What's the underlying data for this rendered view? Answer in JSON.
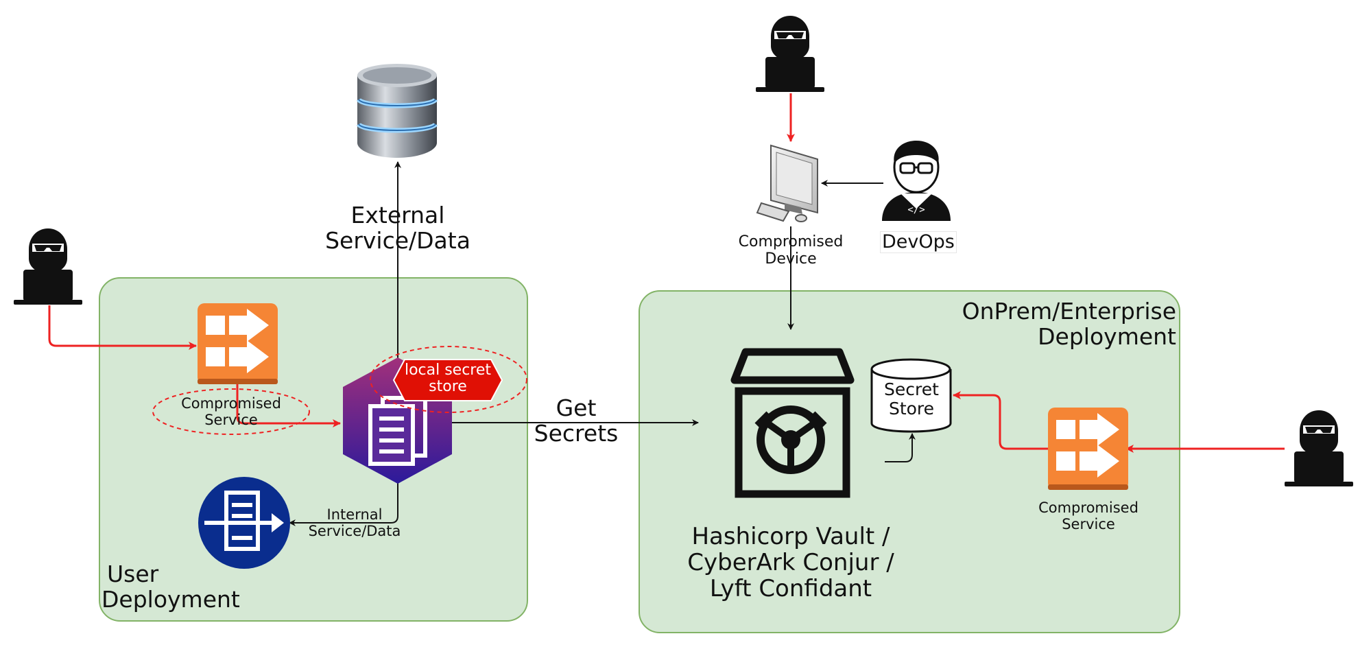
{
  "zones": {
    "user_deployment": {
      "line1": "User",
      "line2": "Deployment"
    },
    "onprem_deployment": {
      "line1": "OnPrem/Enterprise",
      "line2": "Deployment"
    }
  },
  "labels": {
    "external_service": {
      "line1": "External",
      "line2": "Service/Data"
    },
    "internal_service": {
      "line1": "Internal",
      "line2": "Service/Data"
    },
    "compromised_service_left": {
      "line1": "Compromised",
      "line2": "Service"
    },
    "compromised_service_right": {
      "line1": "Compromised",
      "line2": "Service"
    },
    "compromised_device": {
      "line1": "Compromised",
      "line2": "Device"
    },
    "devops": "DevOps",
    "local_secret_store": {
      "line1": "local secret",
      "line2": "store"
    },
    "get_secrets": {
      "line1": "Get",
      "line2": "Secrets"
    },
    "secret_store": {
      "line1": "Secret",
      "line2": "Store"
    },
    "vault_products": {
      "line1": "Hashicorp Vault /",
      "line2": "CyberArk Conjur /",
      "line3": "Lyft Confidant"
    }
  },
  "icons": [
    "hacker-icon",
    "database-icon",
    "service-icon",
    "document-hexagon-icon",
    "internal-service-icon",
    "computer-icon",
    "developer-icon",
    "vault-icon",
    "cylinder-icon"
  ],
  "colors": {
    "zone_fill": "#d5e8d4",
    "zone_stroke": "#82b366",
    "attack_arrow": "#ee2222",
    "flow_arrow": "#111111",
    "service_orange": "#f58535",
    "tag_red": "#e01005",
    "hexagon_top": "#a2307b",
    "hexagon_bottom": "#2c1a9b",
    "internal_blue": "#0a2d8e"
  }
}
